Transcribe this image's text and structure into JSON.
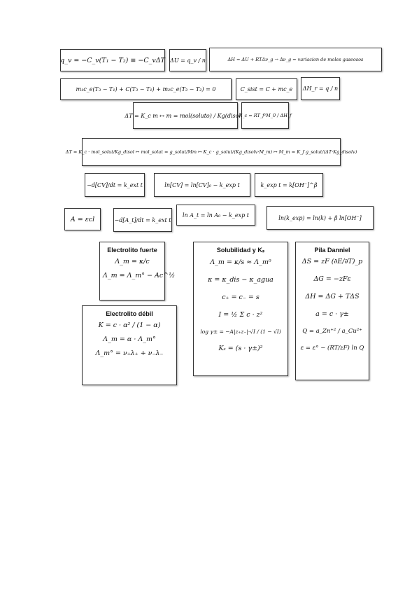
{
  "row1": {
    "heat": "q_v = −C_v(T₁ − T₂) ≡ −C_vΔT",
    "energy": "ΔU = q_v / n",
    "enthalpy": "ΔH = ΔU + RTΔν_g → Δν_g = variacion de moles gaseosos"
  },
  "row2": {
    "balance": "m₁c_e(T₃ − T₁) + C(T₃ − T₁) + m₂c_e(T₃ − T₂) = 0",
    "csist": "C_sist = C + mc_e",
    "dhr": "ΔH_r = q / n"
  },
  "row3": {
    "cryo": "ΔT = K_c m ↦ m = mol(soluto) / Kg(disolv)",
    "kc": "K_c = RT_f²M_0 / ΔH_f"
  },
  "row4": {
    "molar_mass": "ΔT = K_c · mol_solut/Kg_disol ↦ mol_solut = g_solut/Mm ↦ K_c · g_solut/(Kg_disolv·M_m) ↦ M_m = K_f g_solut/(ΔT·Kg_disolv)"
  },
  "row5": {
    "rate": "−d[CV]/dt = k_ext t",
    "ln_cv": "ln[CV] = ln[CV]₀ − k_exp t",
    "kexp": "k_exp t = k[OH⁻]^β"
  },
  "row6": {
    "beer": "A = εcl",
    "rate_a": "−d[A_t]/dt = k_ext t",
    "ln_a": "ln A_t = ln A₀ − k_exp t",
    "ln_k": "ln(k_exp) = ln(k) + β ln[OH⁻]"
  },
  "strong": {
    "title": "Electrolito fuerte",
    "l1": "Λ_m = κ/c",
    "l2": "Λ_m = Λ_m° − Ac^½"
  },
  "weak": {
    "title": "Electrolito débil",
    "l1": "K = c · α² / (1 − α)",
    "l2": "Λ_m = α · Λ_m°",
    "l3": "Λ_m° = ν₊λ₊ + ν₋λ₋"
  },
  "solubility": {
    "title": "Solubilidad y Kₛ",
    "l1": "Λ_m = κ/s ≈ Λ_m⁰",
    "l2": "κ = κ_dis − κ_agua",
    "l3": "c₊ = c₋ = s",
    "l4": "I = ½ Σ c · z²",
    "l5": "log γ± = −A|z₊z₋|·√I / (1 − √I)",
    "l6": "Kₛ = (s · γ±)²"
  },
  "daniel": {
    "title": "Pila Danniel",
    "l1": "ΔS = zF (∂E/∂T)_p",
    "l2": "ΔG = −zFε",
    "l3": "ΔH = ΔG + TΔS",
    "l4": "a = c · γ±",
    "l5": "Q = a_Zn⁺² / a_Cu²⁺",
    "l6": "ε = ε° − (RT/zF) ln Q"
  }
}
